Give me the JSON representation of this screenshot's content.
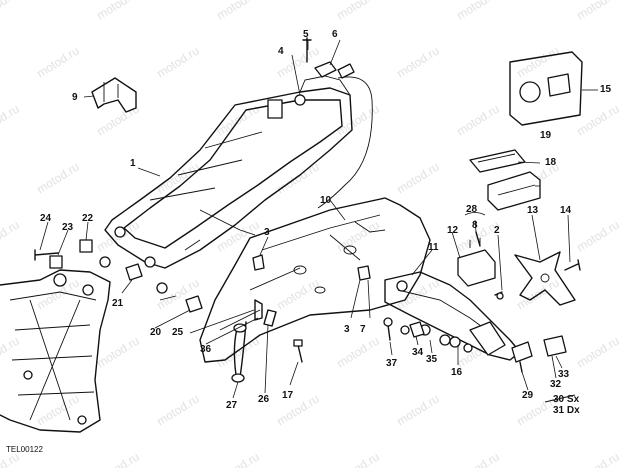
{
  "diagram": {
    "code": "TEL00122",
    "watermark": "motod.ru",
    "callouts": [
      {
        "id": "c1",
        "text": "1"
      },
      {
        "id": "c2",
        "text": "2"
      },
      {
        "id": "c3a",
        "text": "3"
      },
      {
        "id": "c3b",
        "text": "3"
      },
      {
        "id": "c4",
        "text": "4"
      },
      {
        "id": "c5",
        "text": "5"
      },
      {
        "id": "c6",
        "text": "6"
      },
      {
        "id": "c7",
        "text": "7"
      },
      {
        "id": "c8",
        "text": "8"
      },
      {
        "id": "c9",
        "text": "9"
      },
      {
        "id": "c10",
        "text": "10"
      },
      {
        "id": "c11",
        "text": "11"
      },
      {
        "id": "c12",
        "text": "12"
      },
      {
        "id": "c13",
        "text": "13"
      },
      {
        "id": "c14",
        "text": "14"
      },
      {
        "id": "c15",
        "text": "15"
      },
      {
        "id": "c16",
        "text": "16"
      },
      {
        "id": "c17",
        "text": "17"
      },
      {
        "id": "c18",
        "text": "18"
      },
      {
        "id": "c19",
        "text": "19"
      },
      {
        "id": "c20",
        "text": "20"
      },
      {
        "id": "c21",
        "text": "21"
      },
      {
        "id": "c22",
        "text": "22"
      },
      {
        "id": "c23",
        "text": "23"
      },
      {
        "id": "c24",
        "text": "24"
      },
      {
        "id": "c25",
        "text": "25"
      },
      {
        "id": "c26",
        "text": "26"
      },
      {
        "id": "c27",
        "text": "27"
      },
      {
        "id": "c28",
        "text": "28"
      },
      {
        "id": "c29",
        "text": "29"
      },
      {
        "id": "c30",
        "text": "30 Sx"
      },
      {
        "id": "c31",
        "text": "31 Dx"
      },
      {
        "id": "c32",
        "text": "32"
      },
      {
        "id": "c33",
        "text": "33"
      },
      {
        "id": "c34",
        "text": "34"
      },
      {
        "id": "c35",
        "text": "35"
      },
      {
        "id": "c36",
        "text": "36"
      },
      {
        "id": "c37",
        "text": "37"
      }
    ]
  }
}
